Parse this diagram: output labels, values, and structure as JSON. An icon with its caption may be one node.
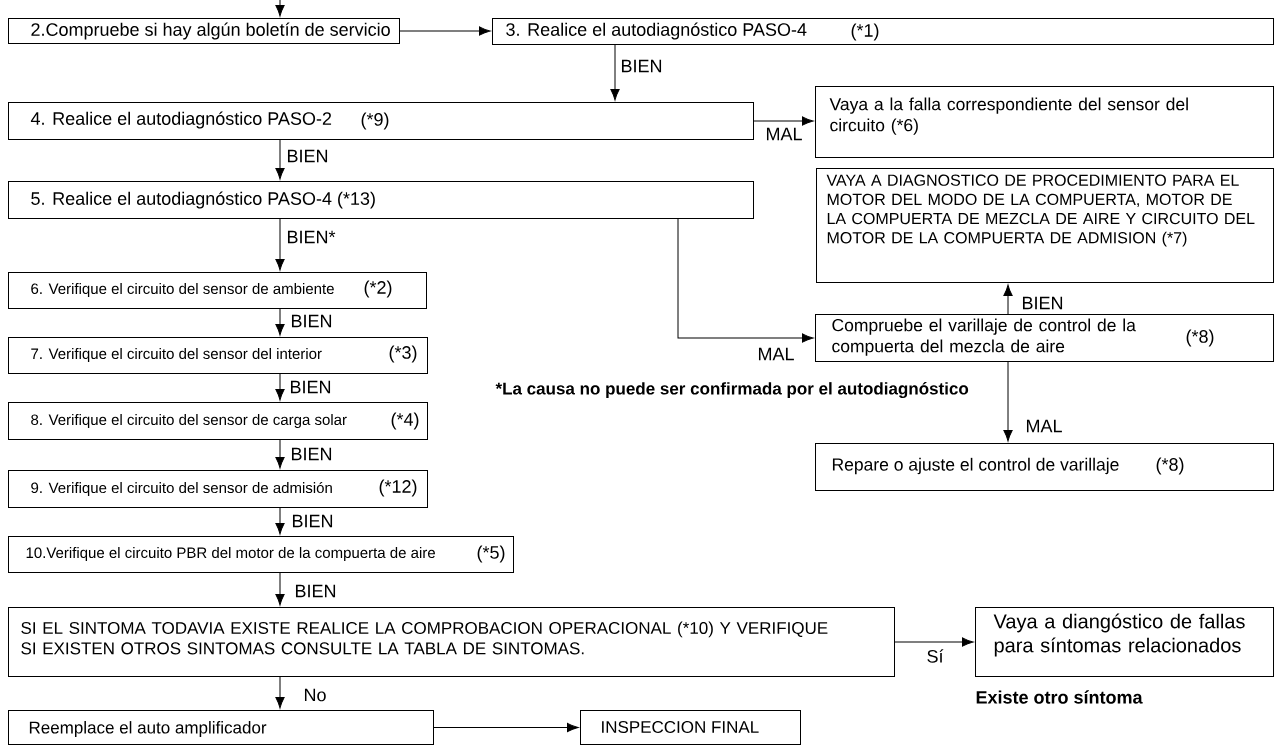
{
  "diagram": {
    "nodes": [
      {
        "text": [
          "2.Compruebe si hay algún boletín de servicio"
        ]
      },
      {
        "text": [
          "3. Realice el autodiagnóstico PASO-4",
          "(*1)"
        ]
      },
      {
        "text": [
          "4. Realice el autodiagnóstico PASO-2",
          "(*9)"
        ]
      },
      {
        "text": [
          "Vaya a la falla correspondiente del sensor del circuito (*6)"
        ]
      },
      {
        "text": [
          "5. Realice el autodiagnóstico PASO-4 (*13)"
        ]
      },
      {
        "text": [
          "VAYA A DIAGNOSTICO DE PROCEDIMIENTO PARA EL MOTOR DEL MODO DE LA COMPUERTA, MOTOR DE LA COMPUERTA DE MEZCLA DE AIRE Y CIRCUITO DEL MOTOR DE LA COMPUERTA DE ADMISION (*7)"
        ]
      },
      {
        "text": [
          "6. Verifique el circuito del sensor de ambiente",
          "(*2)"
        ]
      },
      {
        "text": [
          "Compruebe el varillaje de control de la compuerta del mezcla de aire",
          "(*8)"
        ]
      },
      {
        "text": [
          "7. Verifique el circuito del sensor del interior",
          "(*3)"
        ]
      },
      {
        "text": [
          "8. Verifique el circuito del sensor de carga solar",
          "(*4)"
        ]
      },
      {
        "text": [
          "Repare o ajuste el control de varillaje",
          "(*8)"
        ]
      },
      {
        "text": [
          "9. Verifique el circuito del sensor de admisión",
          "(*12)"
        ]
      },
      {
        "text": [
          "10.Verifique el circuito PBR del motor de la compuerta de aire",
          "(*5)"
        ]
      },
      {
        "text": [
          "SI EL SINTOMA TODAVIA EXISTE REALICE LA COMPROBACION OPERACIONAL (*10) Y VERIFIQUE SI EXISTEN OTROS SINTOMAS CONSULTE LA TABLA DE SINTOMAS."
        ]
      },
      {
        "text": [
          "Vaya a diangóstico de fallas para síntomas relacionados"
        ],
        "beside": [
          "Existe otro síntoma"
        ]
      },
      {
        "text": [
          "Reemplace el auto amplificador"
        ]
      },
      {
        "text": [
          "INSPECCION FINAL"
        ]
      }
    ],
    "edges": [
      {
        "from": null,
        "to": 0,
        "arrow": "to"
      },
      {
        "from": 0,
        "to": 1,
        "arrow": "to"
      },
      {
        "from": 1,
        "to": 2,
        "arrow": "to",
        "label": "BIEN"
      },
      {
        "from": 2,
        "to": 3,
        "arrow": "to",
        "label": "MAL"
      },
      {
        "from": 2,
        "to": 4,
        "arrow": "to",
        "label": "BIEN"
      },
      {
        "from": 4,
        "to": 6,
        "arrow": "to",
        "label": "BIEN*"
      },
      {
        "from": 4,
        "to": 7,
        "arrow": "to",
        "label": "MAL"
      },
      {
        "from": 7,
        "to": 5,
        "arrow": "to",
        "label": "BIEN"
      },
      {
        "from": 7,
        "to": 10,
        "arrow": "to",
        "label": "MAL"
      },
      {
        "from": 6,
        "to": 8,
        "arrow": "to",
        "label": "BIEN"
      },
      {
        "from": 8,
        "to": 9,
        "arrow": "to",
        "label": "BIEN"
      },
      {
        "from": 9,
        "to": 11,
        "arrow": "to",
        "label": "BIEN"
      },
      {
        "from": 11,
        "to": 12,
        "arrow": "to",
        "label": "BIEN"
      },
      {
        "from": 12,
        "to": 13,
        "arrow": "to",
        "label": "BIEN"
      },
      {
        "from": 13,
        "to": 14,
        "arrow": "to",
        "label": "Sí"
      },
      {
        "from": 13,
        "to": 15,
        "arrow": "to",
        "label": "No"
      },
      {
        "from": 15,
        "to": 16,
        "arrow": "to"
      }
    ],
    "labels": [
      "*La causa no puede ser confirmada por el autodiagnóstico"
    ]
  }
}
